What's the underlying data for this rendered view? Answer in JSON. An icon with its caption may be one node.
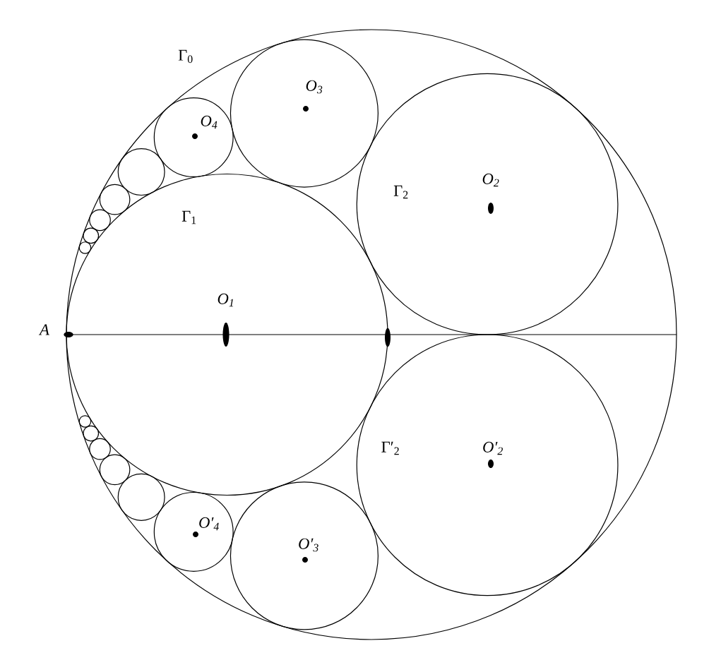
{
  "diagram": {
    "nodes": [
      {
        "text": [
          "Γ$_{0}$"
        ]
      },
      {
        "text": [
          "Γ$_{1}$",
          "O$_{1}$"
        ],
        "in": 0
      },
      {
        "text": [
          "Γ$_{2}$",
          "O$_{2}$"
        ],
        "in": 0
      },
      {
        "text": [
          "O$_{3}$"
        ],
        "in": 0
      },
      {
        "text": [
          "O$_{4}$"
        ],
        "in": 0
      },
      {
        "text": [],
        "shape": "circle",
        "in": 0
      },
      {
        "text": [],
        "shape": "circle",
        "in": 0
      },
      {
        "text": [],
        "shape": "circle",
        "in": 0
      },
      {
        "text": [],
        "shape": "circle",
        "in": 0
      },
      {
        "text": [],
        "shape": "circle",
        "in": 0
      },
      {
        "text": [
          "Γ′$_{2}$",
          "O′$_{2}$"
        ],
        "in": 0
      },
      {
        "text": [
          "O′$_{3}$"
        ],
        "in": 0
      },
      {
        "text": [
          "O′$_{4}$"
        ],
        "in": 0
      },
      {
        "text": [],
        "shape": "circle",
        "in": 0
      },
      {
        "text": [],
        "shape": "circle",
        "in": 0
      },
      {
        "text": [],
        "shape": "circle",
        "in": 0
      },
      {
        "text": [],
        "shape": "circle",
        "in": 0
      },
      {
        "text": [],
        "shape": "circle",
        "in": 0
      }
    ],
    "labels": [
      "A"
    ]
  }
}
